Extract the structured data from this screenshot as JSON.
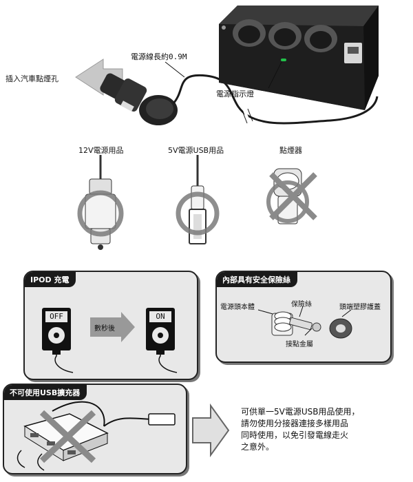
{
  "top": {
    "insert_label": "插入汽車點煙孔",
    "cable_length_label": "電源線長約0.9M",
    "indicator_label": "電源指示燈"
  },
  "compat": {
    "v12_label": "12V電源用品",
    "v5_label": "5V電源USB用品",
    "lighter_label": "點煙器"
  },
  "ipod": {
    "title": "IPOD 充電",
    "off_label": "OFF",
    "delay_label": "數秒後",
    "on_label": "ON"
  },
  "fuse": {
    "title": "內部具有安全保險絲",
    "body_label": "電源頭本體",
    "fuse_label": "保險絲",
    "cap_label": "頭端塑膠護蓋",
    "contact_label": "接點金屬"
  },
  "usb_hub": {
    "title": "不可使用USB擴充器"
  },
  "note": {
    "lines": [
      "可供單一5V電源USB用品使用，",
      "請勿使用分接器連接多樣用品",
      "同時使用，以免引發電線走火",
      "之意外。"
    ]
  },
  "colors": {
    "indicator_green": "#22c24a",
    "cross_gray": "#8a8a8a",
    "panel_bg": "#e8e8e8"
  }
}
